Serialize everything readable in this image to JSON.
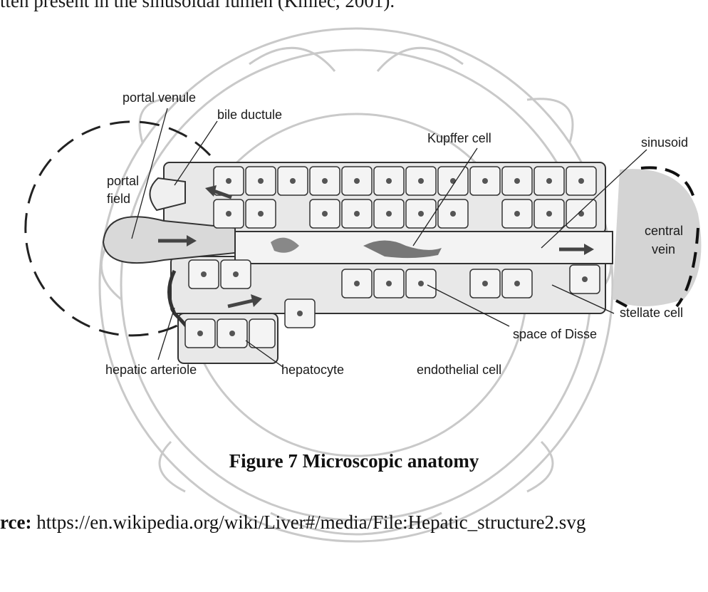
{
  "document": {
    "top_line": "tten present in the sinusoidal lumen (Kmiec, 2001).",
    "caption": "Figure 7  Microscopic anatomy",
    "source_label": "rce:",
    "source_url": "https://en.wikipedia.org/wiki/Liver#/media/File:Hepatic_structure2.svg"
  },
  "diagram": {
    "labels": {
      "portal_venule": "portal venule",
      "bile_ductule": "bile ductule",
      "portal_field_line1": "portal",
      "portal_field_line2": "field",
      "kupffer_cell": "Kupffer cell",
      "sinusoid": "sinusoid",
      "central_vein_line1": "central",
      "central_vein_line2": "vein",
      "stellate_cell": "stellate cell",
      "space_of_disse": "space of Disse",
      "hepatic_arteriole": "hepatic arteriole",
      "hepatocyte": "hepatocyte",
      "endothelial_cell": "endothelial cell"
    }
  }
}
